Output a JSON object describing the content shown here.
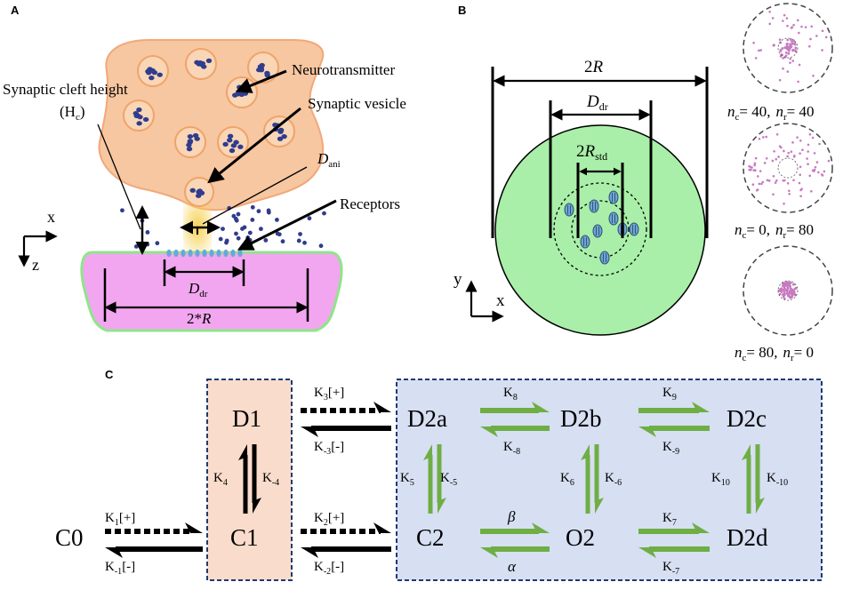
{
  "colors": {
    "presynaptic_fill": "#f6c7a1",
    "presynaptic_stroke": "#f2a878",
    "vesicle_fill": "#f9d6b6",
    "vesicle_stroke": "#f0a36a",
    "neurotransmitter": "#303c8c",
    "postsynaptic_fill": "#f2a6f0",
    "postsynaptic_stroke": "#8fe58a",
    "release_glow": "#f6d154",
    "receptor": "#6aa7d8",
    "disk_green": "#a9efa9",
    "scatter_dot": "#c67ac0",
    "state_box_D": "#f9dccb",
    "state_box_blue": "#d7dff2",
    "box_border": "#1f3a73",
    "green_arrow": "#6fae45",
    "black": "#000000"
  },
  "panel_a": {
    "label": "A",
    "neurotransmitter": "Neurotransmitter",
    "vesicle": "Synaptic vesicle",
    "cleft_height_line1": "Synaptic cleft height",
    "cleft_height_symbol_open": "(H",
    "cleft_height_sub": "c",
    "cleft_height_close": ")",
    "d_ani_main": "D",
    "d_ani_sub": "ani",
    "receptors": "Receptors",
    "d_dr_main": "D",
    "d_dr_sub": "dr",
    "two_r_prefix": "2*",
    "two_r_symbol": "R",
    "axis_x": "x",
    "axis_z": "z"
  },
  "panel_b": {
    "label": "B",
    "two_r_prefix": "2",
    "two_r_symbol": "R",
    "d_dr_main": "D",
    "d_dr_sub": "dr",
    "r_std_prefix": "2",
    "r_std_symbol": "R",
    "r_std_sub": "std",
    "axis_y": "y",
    "axis_x": "x",
    "cases": [
      {
        "nc_sym": "n",
        "nc_sub": "c",
        "nc_val": "= 40,",
        "nr_sym": "n",
        "nr_sub": "r",
        "nr_val": "= 40"
      },
      {
        "nc_sym": "n",
        "nc_sub": "c",
        "nc_val": "= 0,",
        "nr_sym": "n",
        "nr_sub": "r",
        "nr_val": "= 80"
      },
      {
        "nc_sym": "n",
        "nc_sub": "c",
        "nc_val": "= 80,",
        "nr_sym": "n",
        "nr_sub": "r",
        "nr_val": "= 0"
      }
    ]
  },
  "panel_c": {
    "label": "C",
    "states": {
      "C0": "C0",
      "C1": "C1",
      "D1": "D1",
      "C2": "C2",
      "O2": "O2",
      "D2a": "D2a",
      "D2b": "D2b",
      "D2c": "D2c",
      "D2d": "D2d"
    },
    "rates": {
      "k1_main": "K",
      "k1_sub": "1",
      "k1_tail": "[+]",
      "km1_main": "K",
      "km1_sub": "-1",
      "km1_tail": "[-]",
      "k2_main": "K",
      "k2_sub": "2",
      "k2_tail": "[+]",
      "km2_main": "K",
      "km2_sub": "-2",
      "km2_tail": "[-]",
      "k3_main": "K",
      "k3_sub": "3",
      "k3_tail": "[+]",
      "km3_main": "K",
      "km3_sub": "-3",
      "km3_tail": "[-]",
      "k4_main": "K",
      "k4_sub": "4",
      "km4_main": "K",
      "km4_sub": "-4",
      "k5_main": "K",
      "k5_sub": "5",
      "km5_main": "K",
      "km5_sub": "-5",
      "k6_main": "K",
      "k6_sub": "6",
      "km6_main": "K",
      "km6_sub": "-6",
      "k7_main": "K",
      "k7_sub": "7",
      "km7_main": "K",
      "km7_sub": "-7",
      "k8_main": "K",
      "k8_sub": "8",
      "km8_main": "K",
      "km8_sub": "-8",
      "k9_main": "K",
      "k9_sub": "9",
      "km9_main": "K",
      "km9_sub": "-9",
      "k10_main": "K",
      "k10_sub": "10",
      "km10_main": "K",
      "km10_sub": "-10",
      "beta": "β",
      "alpha": "α"
    }
  }
}
